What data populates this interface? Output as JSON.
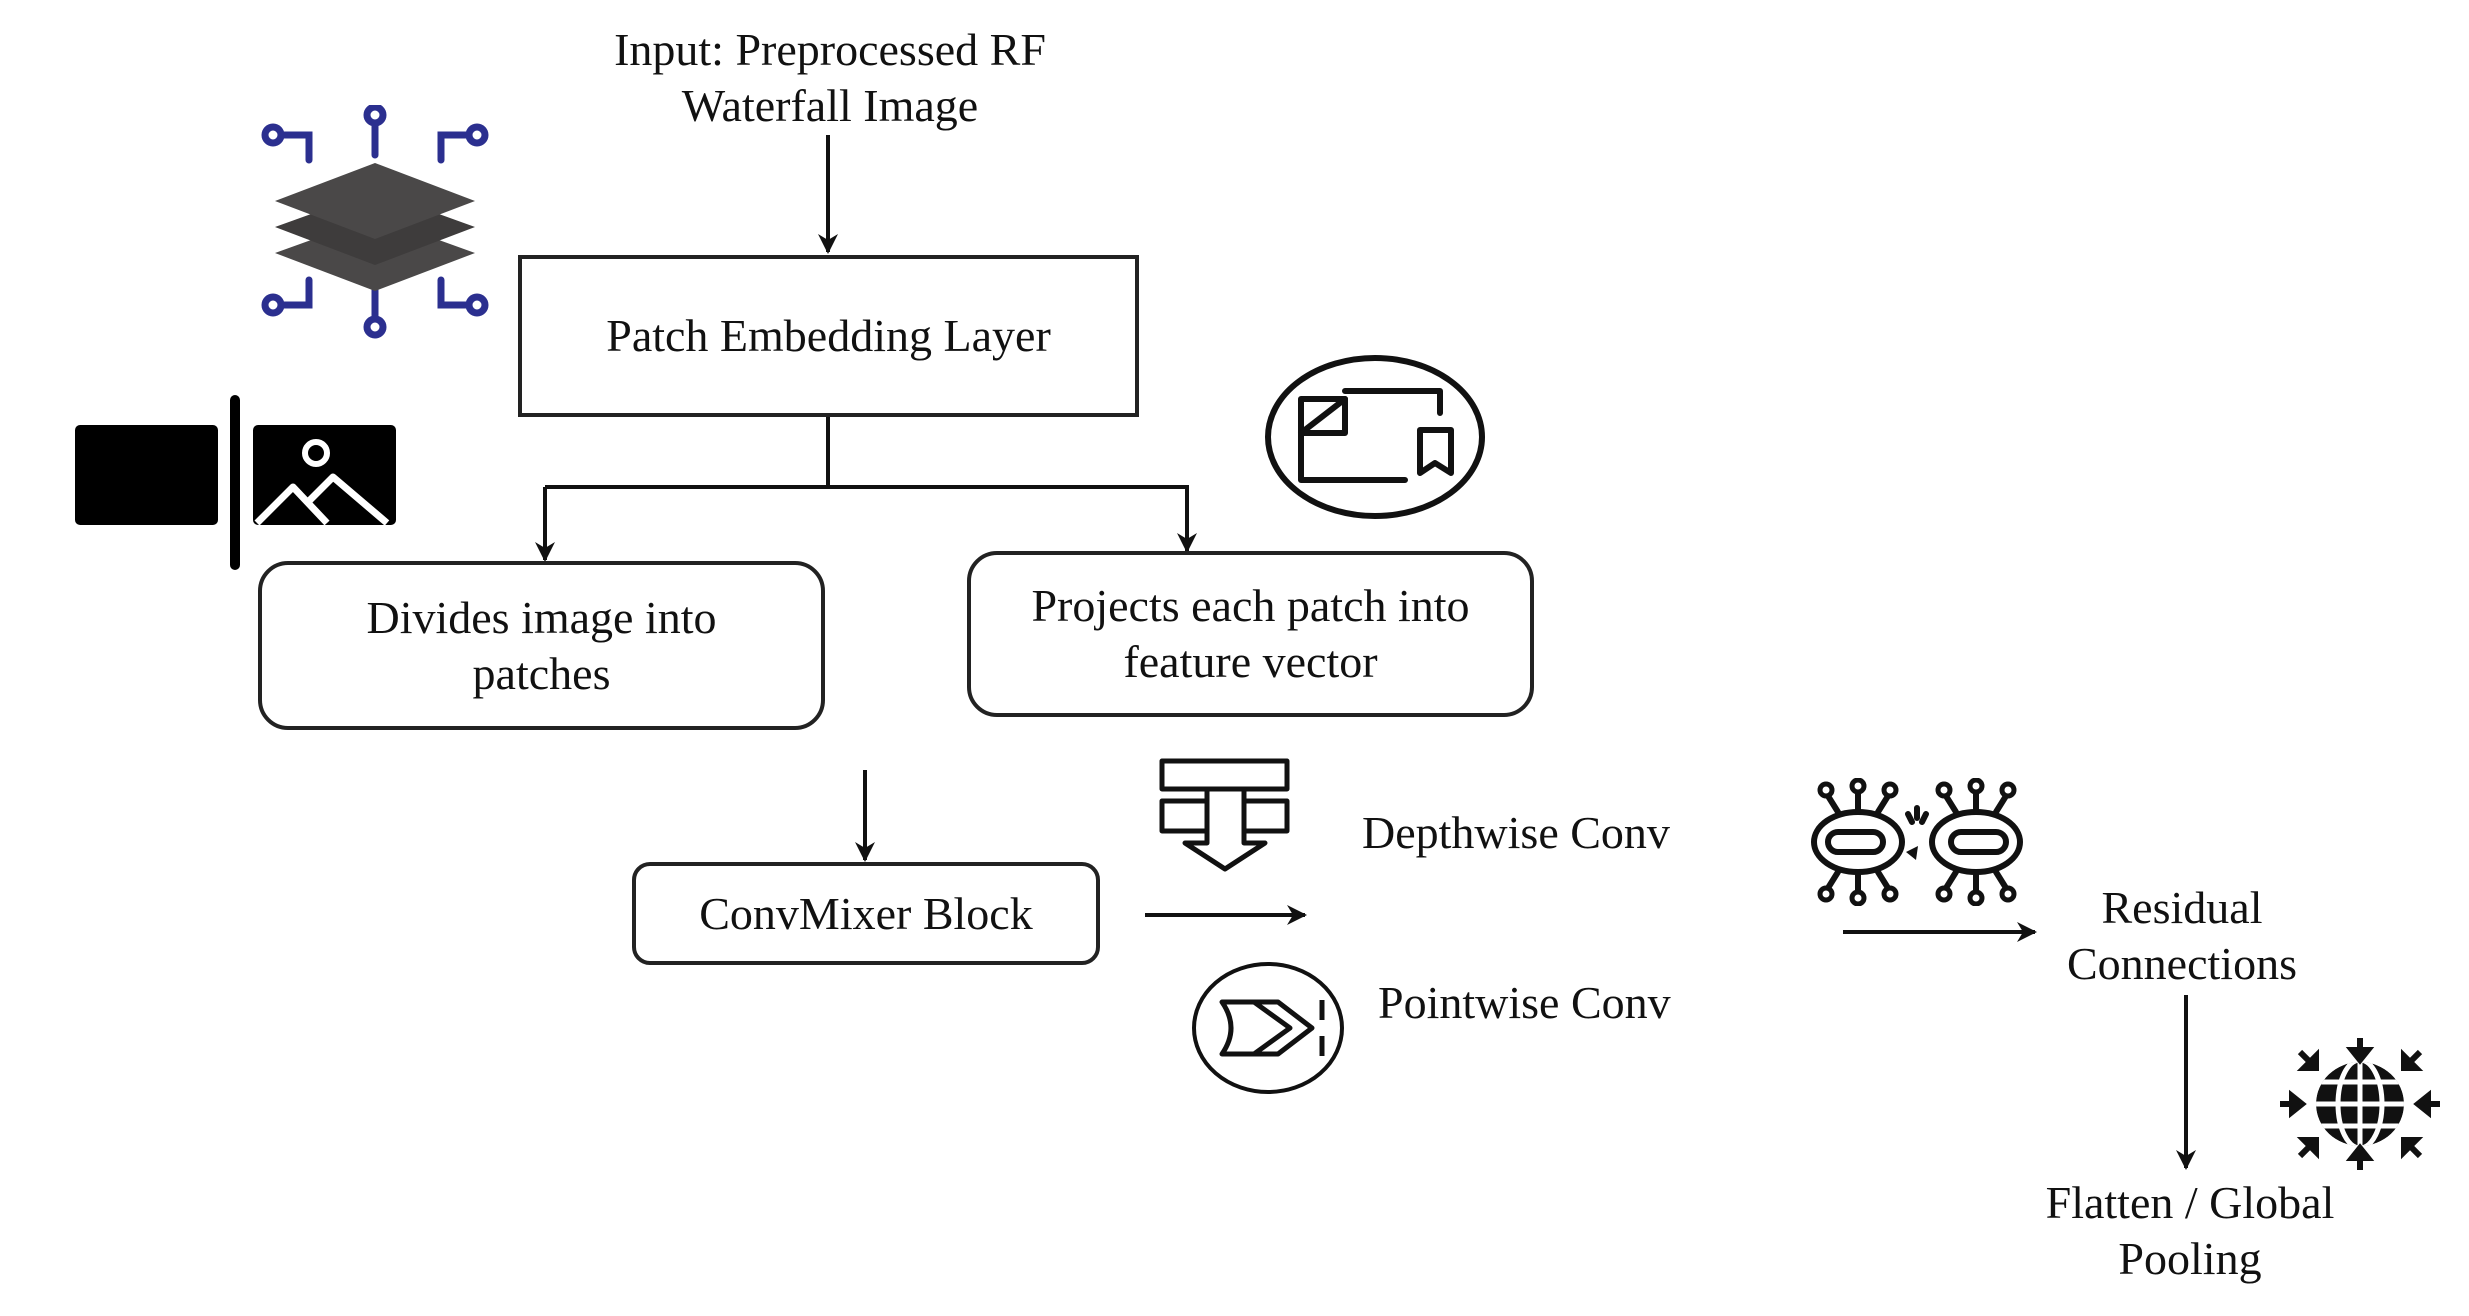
{
  "diagram": {
    "input": {
      "line1": "Input: Preprocessed RF",
      "line2": "Waterfall Image"
    },
    "patch_embedding": {
      "label": "Patch Embedding Layer"
    },
    "divides": {
      "line1": "Divides image into",
      "line2": "patches"
    },
    "projects": {
      "line1": "Projects each patch into",
      "line2": "feature vector"
    },
    "convmixer": {
      "label": "ConvMixer Block"
    },
    "depthwise": {
      "label": "Depthwise Conv"
    },
    "pointwise": {
      "label": "Pointwise Conv"
    },
    "residual": {
      "line1": "Residual",
      "line2": "Connections"
    },
    "flatten": {
      "line1": "Flatten / Global",
      "line2": "Pooling"
    },
    "icons": {
      "layers": "layers-network-icon",
      "image_split": "image-split-icon",
      "document": "document-bookmark-icon",
      "depthwise": "stacked-down-arrow-icon",
      "pointwise": "fast-forward-circle-icon",
      "residual": "broken-chain-circuit-icon",
      "pooling": "globe-compress-icon"
    },
    "colors": {
      "circuit_blue": "#2b2f8f",
      "layer_gray": "#4a4848",
      "stroke": "#111111"
    }
  }
}
